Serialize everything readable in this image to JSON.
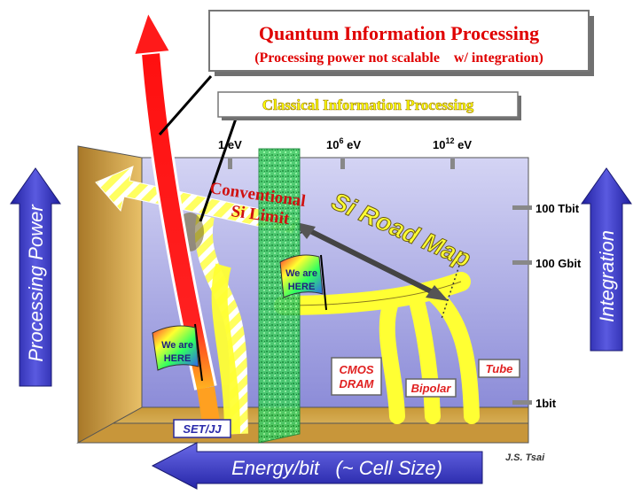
{
  "quantum": {
    "title": "Quantum Information Processing",
    "subtitle": "(Processing power not scalable    w/ integration)"
  },
  "classical": {
    "label": "Classical Information Processing"
  },
  "energy_ticks": [
    {
      "base": "1 eV",
      "exp": ""
    },
    {
      "base": "10",
      "exp": "6",
      "unit": " eV"
    },
    {
      "base": "10",
      "exp": "12",
      "unit": " eV"
    }
  ],
  "integration_ticks": [
    "100 Tbit",
    "100 Gbit",
    "1bit"
  ],
  "limit_label": {
    "line1": "Conventional",
    "line2": "Si Limit"
  },
  "roadmap_label": "Si Road Map",
  "flag_text": {
    "line1": "We are",
    "line2": "HERE"
  },
  "devices": {
    "set": "SET/JJ",
    "cmos_line1": "CMOS",
    "cmos_line2": "DRAM",
    "bipolar": "Bipolar",
    "tube": "Tube"
  },
  "axes": {
    "left": "Processing Power",
    "right": "Integration",
    "bottom": "Energy/bit   (~ Cell Size)"
  },
  "credit": "J.S. Tsai",
  "colors": {
    "arrow_blue": "#3c3cc8",
    "quantum_red": "#ff1a1a",
    "roadmap_yellow": "#ffff33",
    "wall_brown": "#c09040",
    "panel_lavender": "#b8b8ec",
    "limit_green": "#33cc66"
  }
}
